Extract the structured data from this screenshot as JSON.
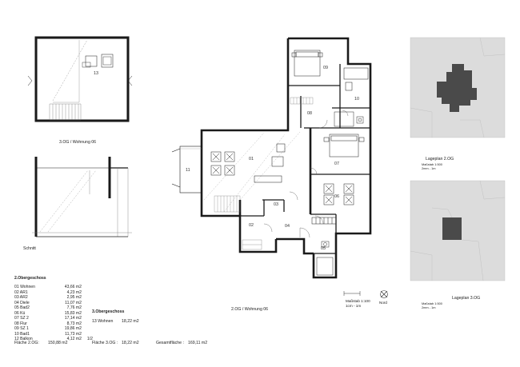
{
  "labels": {
    "upper_plan_title": "3.OG / Wohnung 06",
    "section_title": "Schnitt",
    "main_plan_title": "2.OG / Wohnung 06",
    "site_plan_2_title": "Lageplan 2.OG",
    "site_plan_2_scale": "Maßstab 1:500",
    "site_plan_2_unit": "2mm - 1m",
    "site_plan_3_title": "Lageplan 3.OG",
    "site_plan_3_scale": "Maßstab 1:500",
    "site_plan_3_unit": "2mm - 1m",
    "scale_text": "Maßstab 1:100",
    "scale_unit": "1cm - 1m",
    "north_label": "Nord"
  },
  "room_numbers": {
    "r01": "01",
    "r02": "02",
    "r03": "03",
    "r04": "04",
    "r05": "05",
    "r06": "06",
    "r07": "07",
    "r08": "08",
    "r09": "09",
    "r10": "10",
    "r11": "11",
    "r13": "13"
  },
  "area_table_2og": {
    "heading": "2.Obergeschoss",
    "rows": [
      {
        "name": "01 Wohnen",
        "area": "43,66 m2",
        "extra": ""
      },
      {
        "name": "02 AR1",
        "area": "4,23 m2",
        "extra": ""
      },
      {
        "name": "03 AR2",
        "area": "2,95 m2",
        "extra": ""
      },
      {
        "name": "04 Diele",
        "area": "11,07 m2",
        "extra": ""
      },
      {
        "name": "05 Bad2",
        "area": "7,76 m2",
        "extra": ""
      },
      {
        "name": "06 Kü",
        "area": "15,83 m2",
        "extra": ""
      },
      {
        "name": "07 SZ 2",
        "area": "17,14 m2",
        "extra": ""
      },
      {
        "name": "08 Flur",
        "area": "8,73 m2",
        "extra": ""
      },
      {
        "name": "09 SZ 1",
        "area": "19,86 m2",
        "extra": ""
      },
      {
        "name": "10 Bad1",
        "area": "11,73 m2",
        "extra": ""
      },
      {
        "name": "12 Balkon",
        "area": "4,12 m2",
        "extra": "1/2"
      }
    ]
  },
  "area_table_3og": {
    "heading": "3.Obergeschoss",
    "rows": [
      {
        "name": "13 Wohnen",
        "area": "18,22 m2"
      }
    ]
  },
  "totals": {
    "flaeche_2og_label": "Fläche 2.OG:",
    "flaeche_2og_value": "150,88 m2",
    "flaeche_3og_label": "Fläche 3.OG :",
    "flaeche_3og_value": "18,22 m2",
    "gesamt_label": "Gesamtfläche :",
    "gesamt_value": "169,11 m2"
  },
  "colors": {
    "wall": "#1a1a1a",
    "line": "#444444",
    "site_plan_bg": "#dcdcdc",
    "building_fill": "#4a4a4a",
    "hatch": "#999999"
  }
}
